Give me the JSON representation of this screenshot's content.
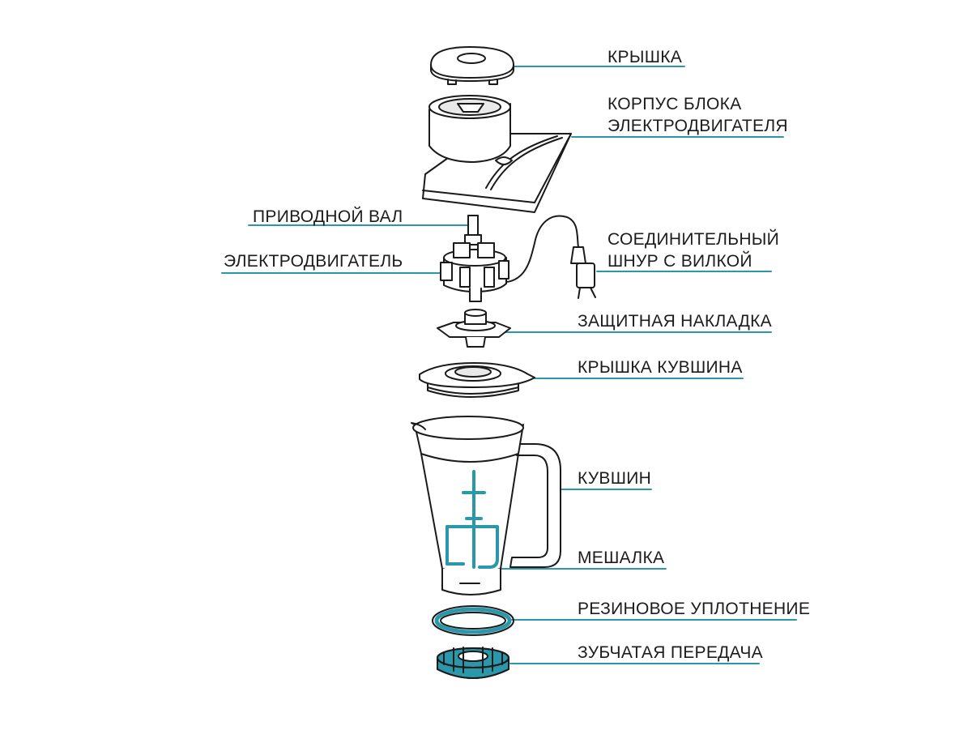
{
  "colors": {
    "accent": "#2a97aa",
    "line": "#1a1a1a",
    "fill": "#ffffff",
    "shade": "#e9e9e9"
  },
  "labels": {
    "lid": "КРЫШКА",
    "housing_1": "КОРПУС БЛОКА",
    "housing_2": "ЭЛЕКТРОДВИГАТЕЛЯ",
    "drive_shaft": "ПРИВОДНОЙ ВАЛ",
    "motor": "ЭЛЕКТРОДВИГАТЕЛЬ",
    "cord_1": "СОЕДИНИТЕЛЬНЫЙ",
    "cord_2": "ШНУР С ВИЛКОЙ",
    "cover": "ЗАЩИТНАЯ НАКЛАДКА",
    "jug_lid": "КРЫШКА КУВШИНА",
    "jug": "КУВШИН",
    "whisk": "МЕШАЛКА",
    "seal": "РЕЗИНОВОЕ УПЛОТНЕНИЕ",
    "gear": "ЗУБЧАТАЯ ПЕРЕДАЧА"
  }
}
